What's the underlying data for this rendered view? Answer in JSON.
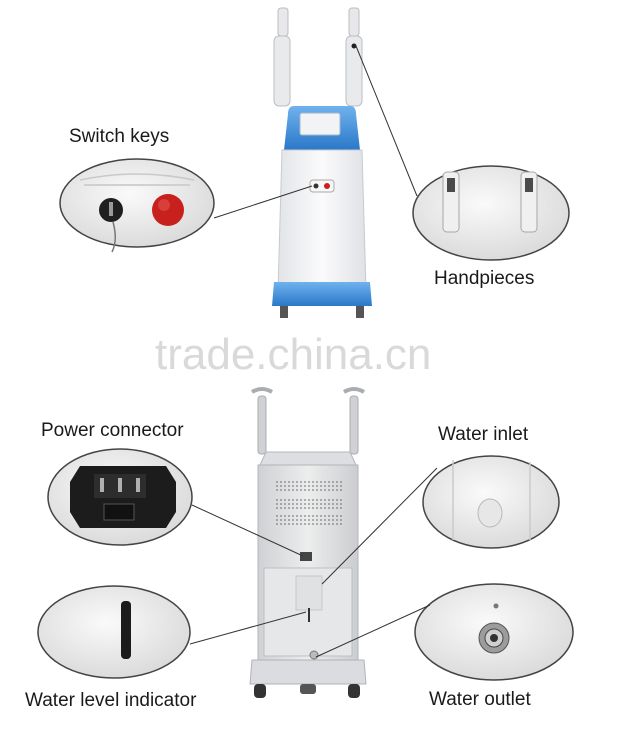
{
  "labels": {
    "switch_keys": "Switch keys",
    "handpieces": "Handpieces",
    "power_connector": "Power connector",
    "water_inlet": "Water inlet",
    "water_level_indicator": "Water level indicator",
    "water_outlet": "Water outlet"
  },
  "watermark": "trade.china.cn",
  "colors": {
    "machine_blue": "#3c8ed8",
    "machine_body": "#f4f4f6",
    "stop_red": "#c8201c",
    "callout_line": "#333333"
  }
}
